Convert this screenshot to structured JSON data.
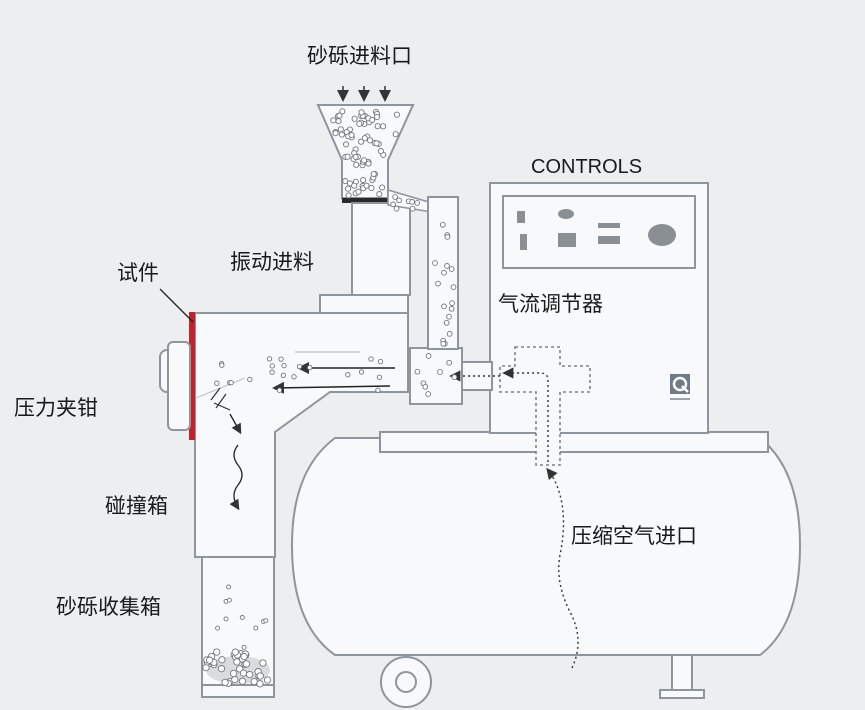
{
  "labels": {
    "gravel_inlet": "砂砾进料口",
    "controls": "CONTROLS",
    "vibration_feed": "振动进料",
    "specimen": "试件",
    "airflow_regulator": "气流调节器",
    "pressure_clamp": "压力夹钳",
    "impact_box": "碰撞箱",
    "compressed_air_inlet": "压缩空气进口",
    "gravel_collection_box": "砂砾收集箱"
  },
  "colors": {
    "background": "#eceef0",
    "machine_fill": "#f8f9fa",
    "outline": "#8e959c",
    "specimen": "#c8202a",
    "ink": "#1a1a1a"
  },
  "icons": {
    "brand_logo": "q-panel-logo",
    "feed_arrows": "arrow-down-icon",
    "airflow_arrows": "arrow-left-icon"
  }
}
